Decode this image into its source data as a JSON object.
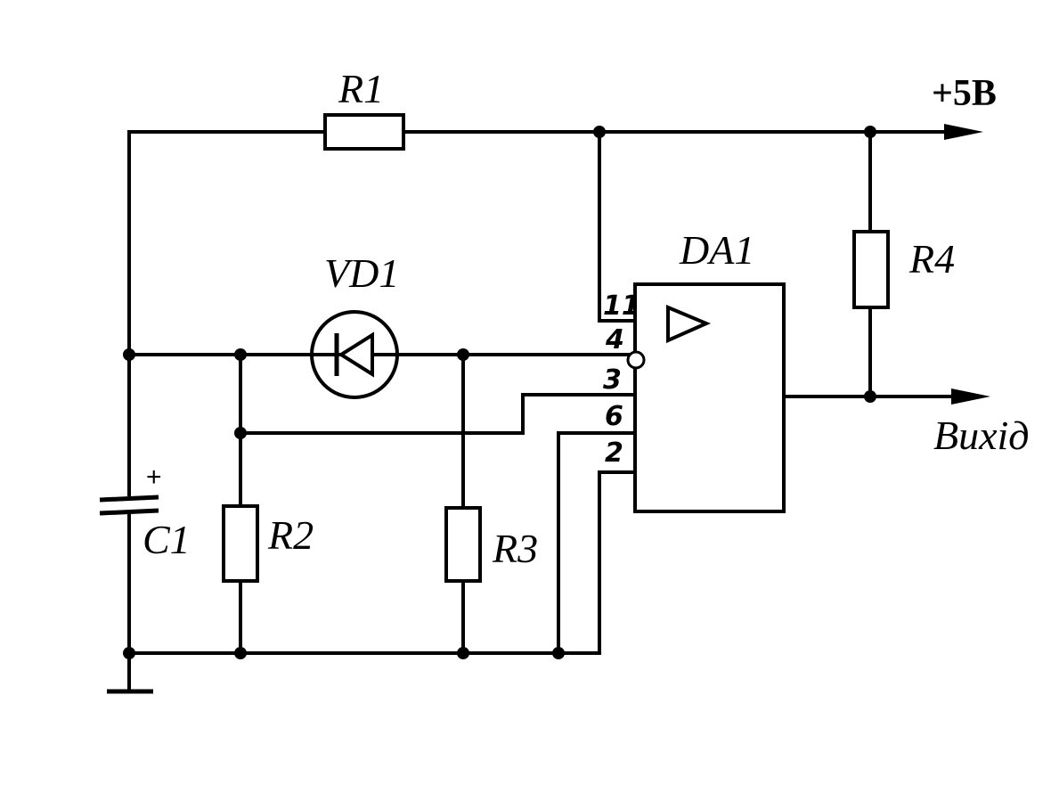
{
  "labels": {
    "r1": "R1",
    "r2": "R2",
    "r3": "R3",
    "r4": "R4",
    "vd1": "VD1",
    "c1": "C1",
    "da1": "DA1",
    "supply": "+5B",
    "output": "Bихід",
    "c1_polarity": "+"
  },
  "pins": {
    "p11": "11",
    "p4": "4",
    "p3": "3",
    "p6": "6",
    "p2": "2"
  }
}
